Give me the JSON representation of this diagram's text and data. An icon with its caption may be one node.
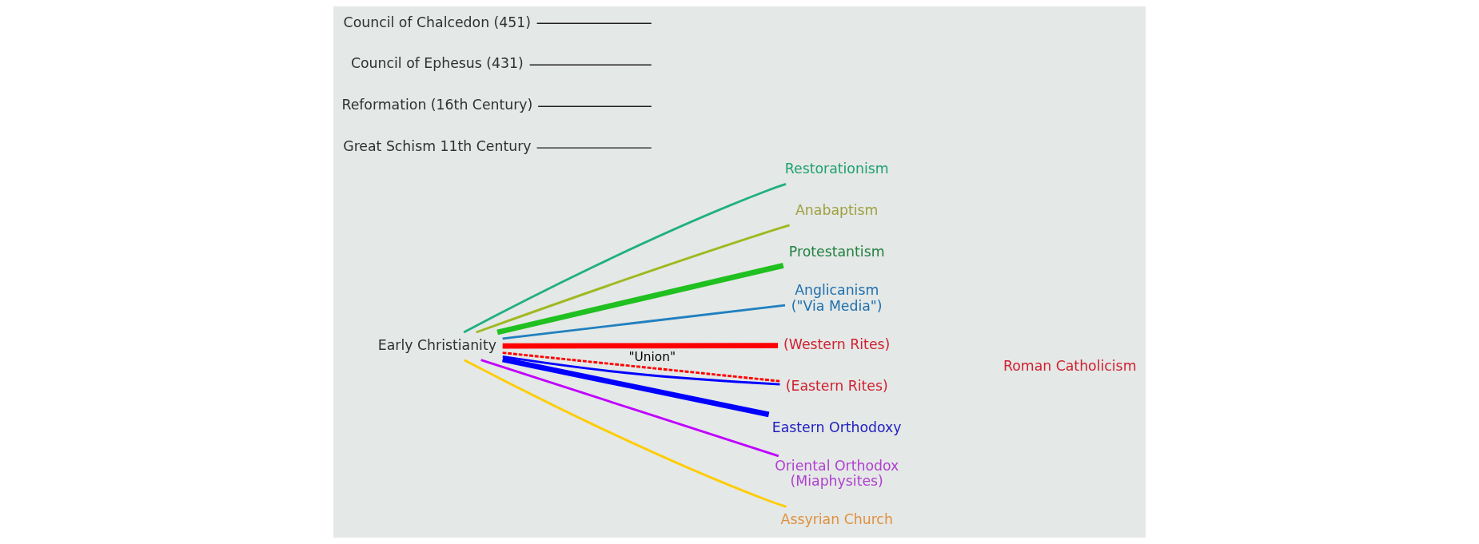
{
  "diagram": {
    "nodes": [
      {
        "text": [
          "Early Christianity"
        ]
      },
      {
        "text": [
          "Restorationism"
        ]
      },
      {
        "text": [
          "Anabaptism"
        ]
      },
      {
        "text": [
          "Protestantism"
        ]
      },
      {
        "text": [
          "Anglicanism",
          "(\"Via Media\")"
        ]
      },
      {
        "text": [
          "(Western Rites)"
        ]
      },
      {
        "text": [
          "(Eastern Rites)"
        ]
      },
      {
        "text": [
          "Eastern Orthodoxy"
        ]
      },
      {
        "text": [
          "Oriental Orthodox",
          "(Miaphysites)"
        ]
      },
      {
        "text": [
          "Assyrian Church"
        ]
      },
      {
        "text": [
          "Great Schism 11th Century"
        ]
      },
      {
        "text": [
          "Reformation (16th Century)"
        ]
      },
      {
        "text": [
          "Council of Ephesus (431)"
        ]
      },
      {
        "text": [
          "Council of Chalcedon (451)"
        ]
      }
    ],
    "edges": [
      {
        "from": 0,
        "to": 1,
        "arrow": "none",
        "color": "#20b080"
      },
      {
        "from": 0,
        "to": 2,
        "arrow": "none",
        "color": "#a0b820"
      },
      {
        "from": 0,
        "to": 3,
        "arrow": "none",
        "style": "thick",
        "color": "#20c020"
      },
      {
        "from": 0,
        "to": 4,
        "arrow": "none",
        "color": "#2080c0"
      },
      {
        "from": 0,
        "to": 5,
        "arrow": "none",
        "style": "thick",
        "color": "#ff0000"
      },
      {
        "from": 0,
        "to": 6,
        "arrow": "none",
        "style": "dashed",
        "color": "#ff0000",
        "label": "\"Union\""
      },
      {
        "from": 0,
        "to": 6,
        "arrow": "none",
        "color": "#0000ff"
      },
      {
        "from": 0,
        "to": 7,
        "arrow": "none",
        "style": "thick",
        "color": "#0000ff"
      },
      {
        "from": 0,
        "to": 8,
        "arrow": "none",
        "color": "#c000ff"
      },
      {
        "from": 0,
        "to": 9,
        "arrow": "none",
        "color": "#ffcc00"
      },
      {
        "from": 10,
        "to": null,
        "arrow": "none"
      },
      {
        "from": 11,
        "to": null,
        "arrow": "none"
      },
      {
        "from": 12,
        "to": null,
        "arrow": "none"
      },
      {
        "from": 13,
        "to": null,
        "arrow": "none"
      }
    ],
    "labels": [
      "Roman Catholicism"
    ]
  }
}
